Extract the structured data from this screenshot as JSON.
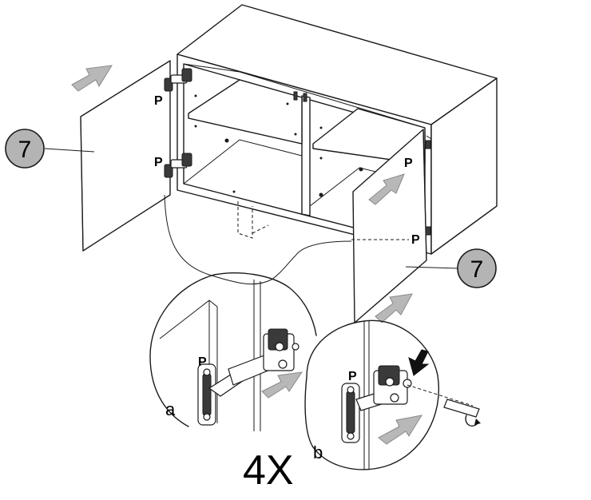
{
  "figure": {
    "callout_part_number": "7",
    "hinge_marker": "P",
    "detail_a_label": "a",
    "detail_b_label": "b",
    "quantity_label": "4X",
    "colors": {
      "line": "#1a1a1a",
      "arrow_fill": "#b8b8b8",
      "callout_fill": "#b4b4b4",
      "background": "#ffffff"
    }
  }
}
